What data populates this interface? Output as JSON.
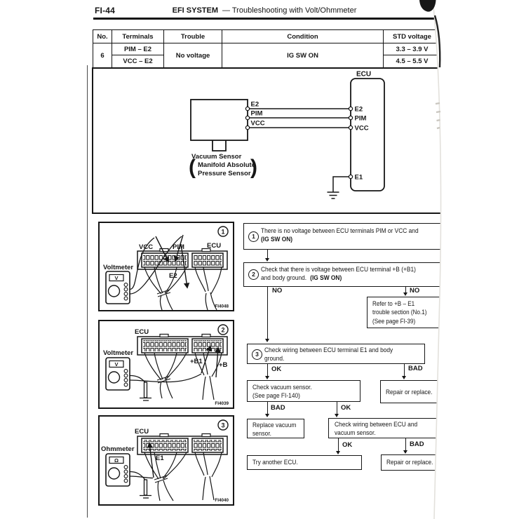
{
  "header": {
    "page": "FI-44",
    "title": "EFI SYSTEM",
    "subtitle": "— Troubleshooting with Volt/Ohmmeter"
  },
  "table": {
    "headers": [
      "No.",
      "Terminals",
      "Trouble",
      "Condition",
      "STD voltage"
    ],
    "row": {
      "no": "6",
      "terminal1": "PIM – E2",
      "terminal2": "VCC – E2",
      "trouble": "No voltage",
      "condition": "IG SW ON",
      "voltage1": "3.3 – 3.9 V",
      "voltage2": "4.5 – 5.5 V"
    }
  },
  "circuit": {
    "ecu": "ECU",
    "ecu_e2": "E2",
    "ecu_pim": "PIM",
    "ecu_vcc": "VCC",
    "ecu_e1": "E1",
    "sensor_e2": "E2",
    "sensor_pim": "PIM",
    "sensor_vcc": "VCC",
    "caption1": "Vacuum Sensor",
    "caption2": "Manifold Absolute",
    "caption3": "Pressure Sensor"
  },
  "diagrams": [
    {
      "num": "1",
      "meter": "Voltmeter",
      "dial": "V",
      "ecu": "ECU",
      "l1": "VCC",
      "l2": "PIM",
      "l3": "E2",
      "fig": "FI4048"
    },
    {
      "num": "2",
      "meter": "Voltmeter",
      "dial": "V",
      "ecu": "ECU",
      "l1": "+B1",
      "l2": "+B",
      "fig": "FI4039"
    },
    {
      "num": "3",
      "meter": "Ohmmeter",
      "dial": "Ω",
      "ecu": "ECU",
      "l1": "E1",
      "fig": "FI4040"
    }
  ],
  "flow": {
    "step1": {
      "num": "1",
      "line1": "There is no voltage between ECU terminals PIM or VCC and",
      "bold": "(IG SW ON)"
    },
    "step2": {
      "num": "2",
      "line1": "Check that there is voltage between ECU terminal +B (+B1)",
      "line2": "and body ground.",
      "bold": "(IG SW ON)"
    },
    "no_left": "NO",
    "no_right": "NO",
    "refer": {
      "line1": "Refer to +B – E1",
      "line2": "trouble section (No.1)",
      "line3": "(See page FI-39)"
    },
    "step3": {
      "num": "3",
      "line1": "Check wiring between ECU terminal E1 and body",
      "line2": "ground."
    },
    "ok1": "OK",
    "bad1": "BAD",
    "vacuum": {
      "line1": "Check vacuum sensor.",
      "line2": "(See page FI-140)"
    },
    "repair1": "Repair or replace.",
    "bad2": "BAD",
    "ok2": "OK",
    "replace1": "Replace vacuum",
    "replace2": "sensor.",
    "wiring1": "Check wiring between ECU and",
    "wiring2": "vacuum sensor.",
    "ok3": "OK",
    "bad3": "BAD",
    "try_ecu": "Try another ECU.",
    "repair2": "Repair or replace."
  }
}
